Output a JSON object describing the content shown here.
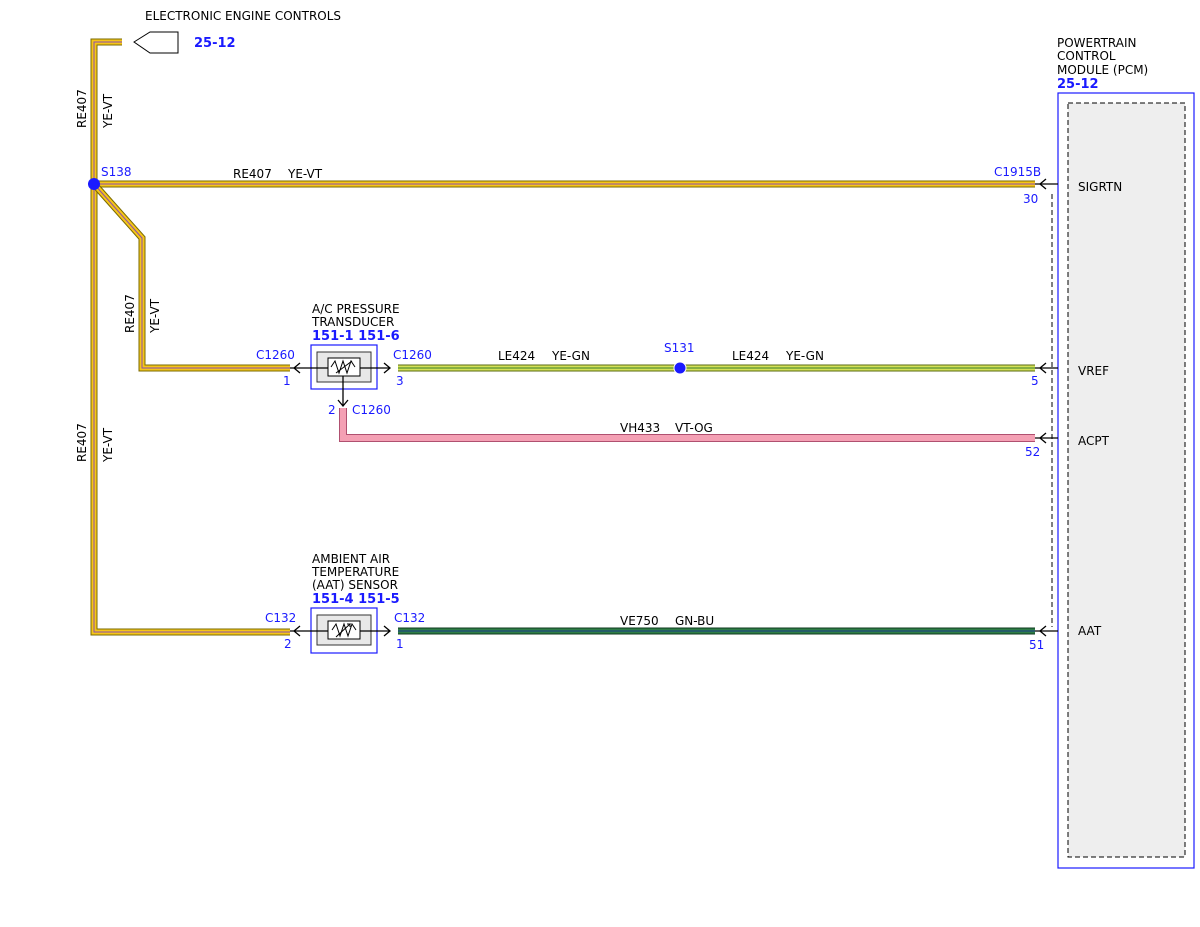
{
  "colors": {
    "ye_vt_fill": "#f5c518",
    "ye_vt_stripe": "#8a4fb0",
    "ye_gn_fill": "#d4e157",
    "ye_gn_stripe": "#3a7d2a",
    "vt_og_fill": "#f4a0b4",
    "gn_bu_fill": "#2e7d46",
    "gn_bu_stripe": "#1a3a8a",
    "ref_blue": "#1a1aff"
  },
  "top_ref": {
    "label": "ELECTRONIC ENGINE CONTROLS",
    "page": "25-12"
  },
  "pcm": {
    "title_line1": "POWERTRAIN",
    "title_line2": "CONTROL",
    "title_line3": "MODULE (PCM)",
    "page": "25-12",
    "connector": "C1915B",
    "pins": [
      {
        "name": "SIGRTN",
        "pin": "30"
      },
      {
        "name": "VREF",
        "pin": "5"
      },
      {
        "name": "ACPT",
        "pin": "52"
      },
      {
        "name": "AAT",
        "pin": "51"
      }
    ]
  },
  "splices": {
    "s138": "S138",
    "s131": "S131"
  },
  "wires": {
    "vertical_top": {
      "circuit": "RE407",
      "color": "YE-VT"
    },
    "sigrtn": {
      "circuit": "RE407",
      "color": "YE-VT"
    },
    "branch": {
      "circuit": "RE407",
      "color": "YE-VT"
    },
    "vertical_lower": {
      "circuit": "RE407",
      "color": "YE-VT"
    },
    "vref_left": {
      "circuit": "LE424",
      "color": "YE-GN"
    },
    "vref_right": {
      "circuit": "LE424",
      "color": "YE-GN"
    },
    "acpt": {
      "circuit": "VH433",
      "color": "VT-OG"
    },
    "aat": {
      "circuit": "VE750",
      "color": "GN-BU"
    }
  },
  "ac_sensor": {
    "title_line1": "A/C PRESSURE",
    "title_line2": "TRANSDUCER",
    "refs": "151-1 151-6",
    "connector_left": "C1260",
    "pin_left": "1",
    "connector_right": "C1260",
    "pin_right": "3",
    "connector_bottom": "C1260",
    "pin_bottom": "2"
  },
  "aat_sensor": {
    "title_line1": "AMBIENT AIR",
    "title_line2": "TEMPERATURE",
    "title_line3": "(AAT) SENSOR",
    "refs": "151-4 151-5",
    "connector_left": "C132",
    "pin_left": "2",
    "connector_right": "C132",
    "pin_right": "1"
  }
}
